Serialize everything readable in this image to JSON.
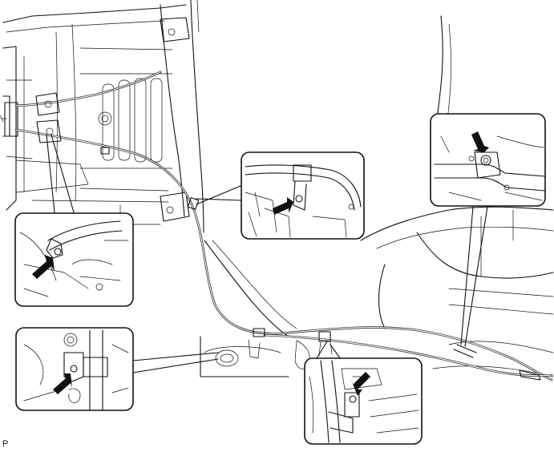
{
  "figure": {
    "page_code": "P"
  },
  "callouts": [
    {
      "id": "left-bolt-detail"
    },
    {
      "id": "center-clamp-detail"
    },
    {
      "id": "lower-left-clamp-detail"
    },
    {
      "id": "lower-right-clamp-detail"
    },
    {
      "id": "right-bolt-detail"
    }
  ],
  "colors": {
    "line": "#111111",
    "background": "#ffffff"
  }
}
